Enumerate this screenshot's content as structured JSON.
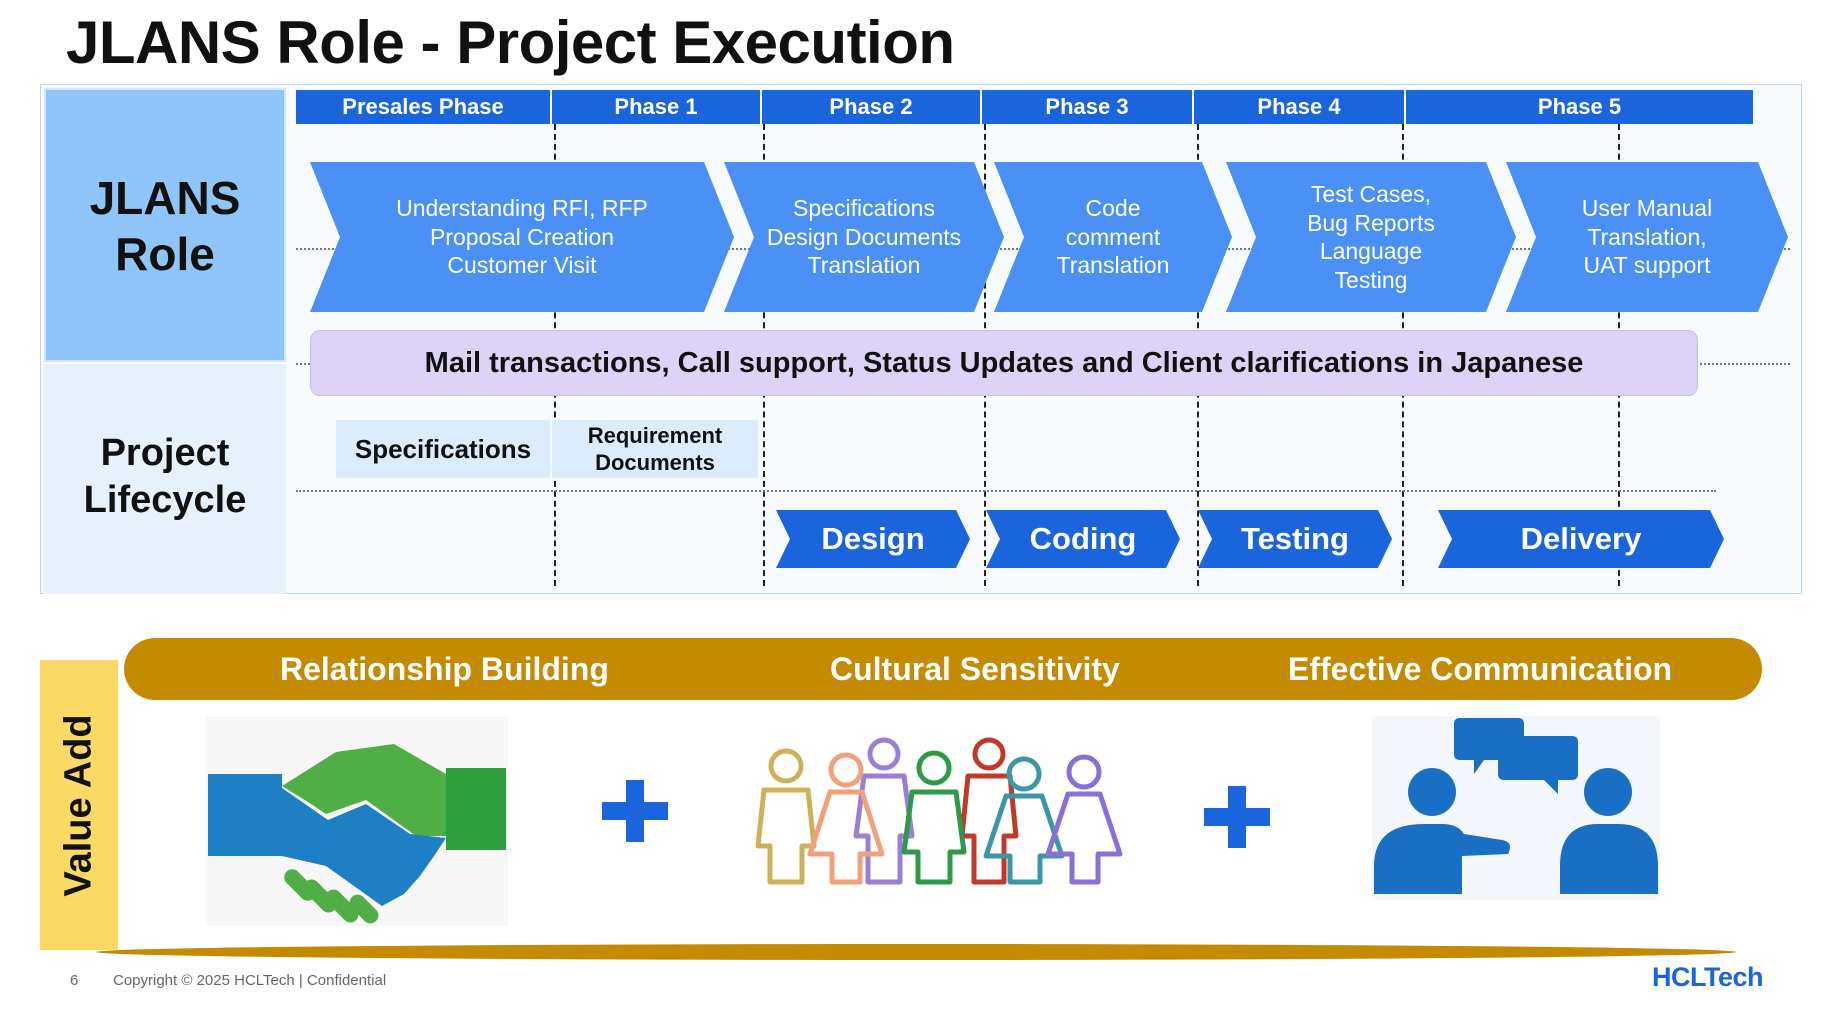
{
  "title": "JLANS Role - Project Execution",
  "rows": {
    "role": [
      "JLANS",
      "Role"
    ],
    "lifecycle": [
      "Project",
      "Lifecycle"
    ]
  },
  "phases": [
    "Presales Phase",
    "Phase 1",
    "Phase 2",
    "Phase 3",
    "Phase 4",
    "Phase 5"
  ],
  "role_steps": [
    [
      "Understanding RFI, RFP",
      "Proposal Creation",
      "Customer Visit"
    ],
    [
      "Specifications",
      "Design Documents",
      "Translation"
    ],
    [
      "Code",
      "comment",
      "Translation"
    ],
    [
      "Test Cases,",
      "Bug Reports",
      "Language",
      "Testing"
    ],
    [
      "User Manual",
      "Translation,",
      "UAT support"
    ]
  ],
  "communication_bar": "Mail transactions, Call support, Status Updates and Client clarifications in Japanese",
  "lifecycle_docs": [
    [
      "Specifications"
    ],
    [
      "Requirement",
      "Documents"
    ]
  ],
  "lifecycle_stages": [
    "Design",
    "Coding",
    "Testing",
    "Delivery"
  ],
  "value_add": {
    "label": "Value Add",
    "pillars": [
      "Relationship Building",
      "Cultural Sensitivity",
      "Effective Communication"
    ],
    "icons": [
      "handshake-icon",
      "diverse-people-icon",
      "conversation-icon"
    ]
  },
  "footer": {
    "page": "6",
    "copyright": "Copyright © 2025 HCLTech | Confidential",
    "brand": "HCLTech"
  },
  "colors": {
    "phase_header": "#1a64dc",
    "role_chevron": "#4a90f5",
    "stage_chevron": "#1a64dc",
    "comm_bar": "#ddd3f6",
    "gold": "#c48a00",
    "value_add_tab": "#fbd965",
    "role_cell": "#8fc5f8"
  }
}
